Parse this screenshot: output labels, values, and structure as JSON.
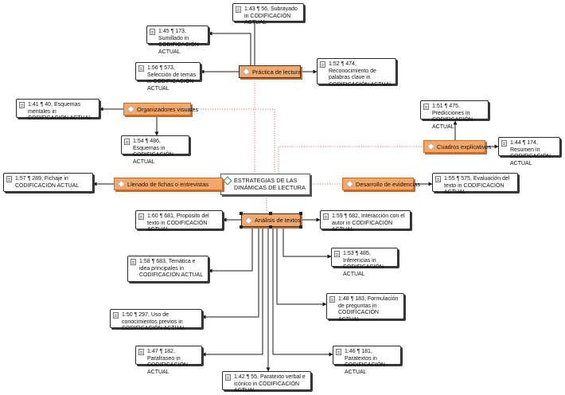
{
  "diagram": {
    "root": {
      "label": "ESTRATEGIAS DE LAS DINÁMICAS DE LECTURA"
    },
    "categories": {
      "practica": "Práctica de lectura",
      "organizadores": "Organizadores visuales",
      "cuadros": "Cuadros explicativos",
      "llenado": "Llenado de fichas o entrevistas",
      "desarrollo": "Desarrollo de evidencias",
      "analisis": "Análisis de textos"
    },
    "quotes": {
      "subrayado": "1:43 ¶ 56, Subrayado in CODIFICACIÓN ACTUAL",
      "sumillado": "1:45 ¶ 173, Sumillado in CODIFICACIÓN ACTUAL",
      "seleccion": "1:56 ¶ 573, Selección de temas in CODIFICACIÓN ACTUAL",
      "reconocimiento": "1:52 ¶ 474, Reconocimiento de palabras clave in CODIFICACIÓN ACTUAL",
      "esquemas_mentales": "1:41 ¶ 40, Esquemas mentales in CODIFICACIÓN ACTUAL",
      "esquemas": "1:54 ¶ 486, Esquemas in CODIFICACIÓN ACTUAL",
      "predicciones": "1:51 ¶ 475, Predicciones in CODIFICACIÓN ACTUAL",
      "resumen": "1:44 ¶ 174, Resumen in CODIFICACIÓN ACTUAL",
      "fichaje": "1:57 ¶ 289, Fichaje in CODIFICACIÓN ACTUAL",
      "evaluacion": "1:55 ¶ 575, Evaluación del texto in CODIFICACIÓN ACTUAL",
      "proposito": "1:60 ¶ 681, Propósito del texto in CODIFICACIÓN ACTUAL",
      "interaccion": "1:59 ¶ 682, Interacción con el autor in CODIFICACIÓN ACTUAL",
      "tematica": "1:58 ¶ 683, Temática e idea principales in CODIFICACIÓN ACTUAL",
      "inferencias": "1:53 ¶ 485, Inferencias in CODIFICACIÓN ACTUAL",
      "formulacion": "1:48 ¶ 183, Formulación de preguntas in CODIFICACIÓN ACTUAL",
      "conocimientos": "1:50 ¶ 297, Uso de conocimientos previos in CODIFICACIÓN ACTUAL",
      "parafraseo": "1:47 ¶ 182, Parafraseo in CODIFICACIÓN ACTUAL",
      "paratextos": "1:46 ¶ 181, Paratextos in CODIFICACIÓN ACTUAL",
      "paratexto_verbal": "1:42 ¶ 55, Paratexto verbal e icónico in CODIFICACIÓN ACTUAL"
    },
    "colors": {
      "category_fill": "#f3a86b",
      "category_border": "#d2691e",
      "link_dotted": "#e06060",
      "link_solid": "#1a1a1a"
    }
  }
}
